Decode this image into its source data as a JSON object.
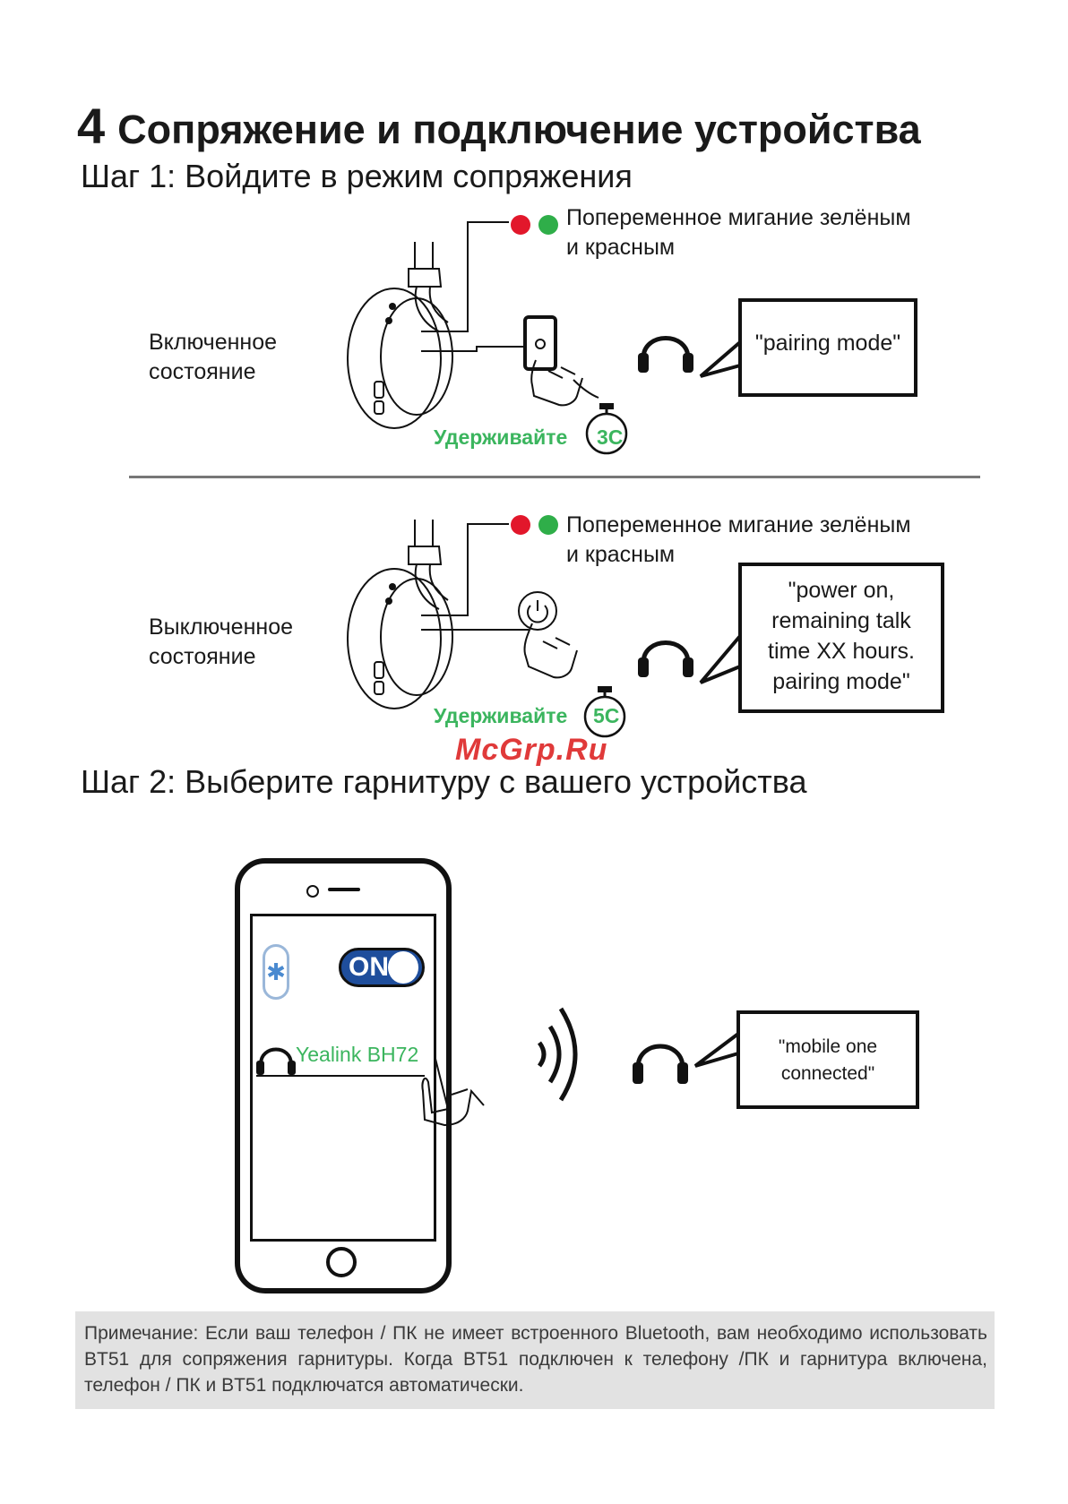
{
  "heading": {
    "number": "4",
    "title": "Сопряжение и подключение устройства"
  },
  "step1": {
    "title": "Шаг 1: Войдите в режим сопряжения",
    "on_state": {
      "state_label": [
        "Включенное",
        "состояние"
      ],
      "led_text": [
        "Попеременное мигание зелёным",
        "и красным"
      ],
      "hold_label": "Удерживайте",
      "hold_time": "3С",
      "speech": "\"pairing mode\""
    },
    "off_state": {
      "state_label": [
        "Выключенное",
        "состояние"
      ],
      "led_text": [
        "Попеременное мигание зелёным",
        "и красным"
      ],
      "hold_label": "Удерживайте",
      "hold_time": "5С",
      "speech": [
        "\"power on,",
        "remaining talk",
        "time XX hours.",
        "pairing mode\""
      ]
    }
  },
  "watermark": "McGrp.Ru",
  "step2": {
    "title": "Шаг 2: Выберите гарнитуру с вашего устройства",
    "phone": {
      "toggle_label": "ON",
      "device_name": "Yealink BH72"
    },
    "speech": [
      "\"mobile one",
      "connected\""
    ]
  },
  "note": "Примечание: Если ваш телефон / ПК не имеет встроенного Bluetooth, вам необходимо использовать BT51 для сопряжения гарнитуры. Когда BT51 подключен к телефону /ПК и гарнитура включена, телефон / ПК и BT51 подключатся автоматически.",
  "colors": {
    "led_red": "#e2172b",
    "led_green": "#2fae49",
    "accent_green": "#3bb55e",
    "toggle_blue": "#1f4e9c",
    "note_bg": "#e2e2e2"
  }
}
